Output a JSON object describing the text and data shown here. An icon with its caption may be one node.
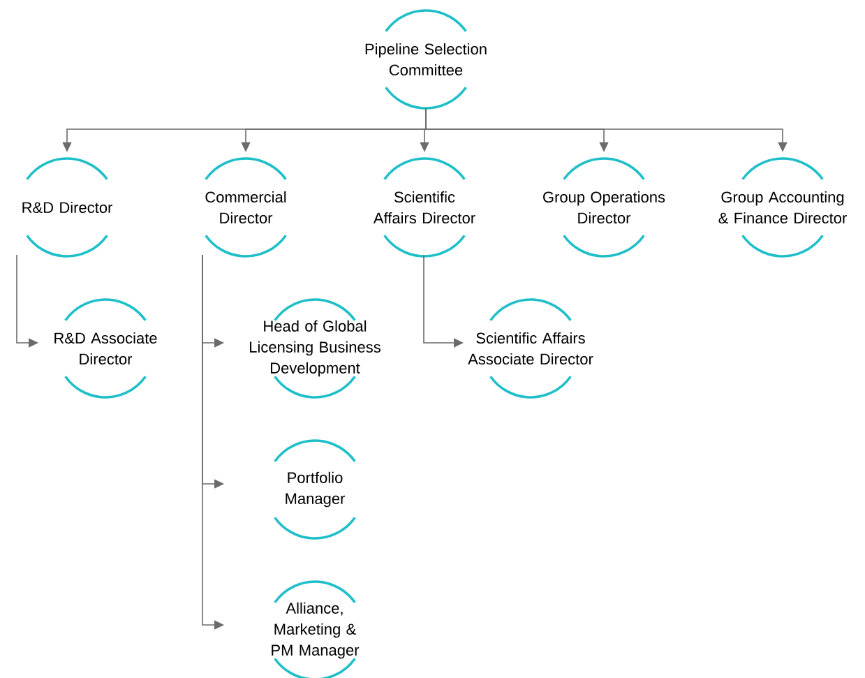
{
  "diagram": {
    "nodes": [
      {
        "text": [
          "Pipeline Selection Committee"
        ]
      },
      {
        "text": [
          "R&D Director"
        ]
      },
      {
        "text": [
          "Commercial Director"
        ]
      },
      {
        "text": [
          "Scientific Affairs Director"
        ]
      },
      {
        "text": [
          "Group Operations Director"
        ]
      },
      {
        "text": [
          "Group Accounting & Finance Director"
        ]
      },
      {
        "text": [
          "R&D Associate Director"
        ]
      },
      {
        "text": [
          "Head of Global Licensing Business Development"
        ]
      },
      {
        "text": [
          "Scientific Affairs Associate Director"
        ]
      },
      {
        "text": [
          "Portfolio Manager"
        ]
      },
      {
        "text": [
          "Alliance, Marketing & PM Manager"
        ]
      }
    ],
    "edges": [
      {
        "from": 0,
        "to": 1,
        "arrow": "to"
      },
      {
        "from": 0,
        "to": 2,
        "arrow": "to"
      },
      {
        "from": 0,
        "to": 3,
        "arrow": "to"
      },
      {
        "from": 0,
        "to": 4,
        "arrow": "to"
      },
      {
        "from": 0,
        "to": 5,
        "arrow": "to"
      },
      {
        "from": 1,
        "to": 6,
        "arrow": "to"
      },
      {
        "from": 2,
        "to": 7,
        "arrow": "to"
      },
      {
        "from": 2,
        "to": 9,
        "arrow": "to"
      },
      {
        "from": 2,
        "to": 10,
        "arrow": "to"
      },
      {
        "from": 3,
        "to": 8,
        "arrow": "to"
      }
    ]
  }
}
